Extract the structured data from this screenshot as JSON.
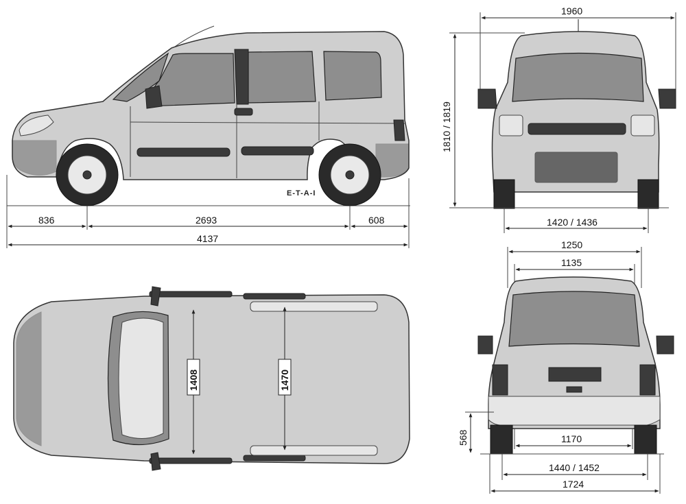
{
  "watermark": "E-T-A-I",
  "side_view": {
    "front_overhang": "836",
    "wheelbase": "2693",
    "rear_overhang": "608",
    "overall_length": "4137"
  },
  "front_view": {
    "overall_width_mirrors": "1960",
    "height": "1810 / 1819",
    "front_track": "1420 / 1436"
  },
  "top_view": {
    "interior_width_front": "1408",
    "interior_width_rear": "1470"
  },
  "rear_view": {
    "opening_width_top": "1250",
    "opening_width": "1135",
    "load_sill_height": "568",
    "width_between_arches": "1170",
    "rear_track": "1440 / 1452",
    "overall_width": "1724"
  }
}
